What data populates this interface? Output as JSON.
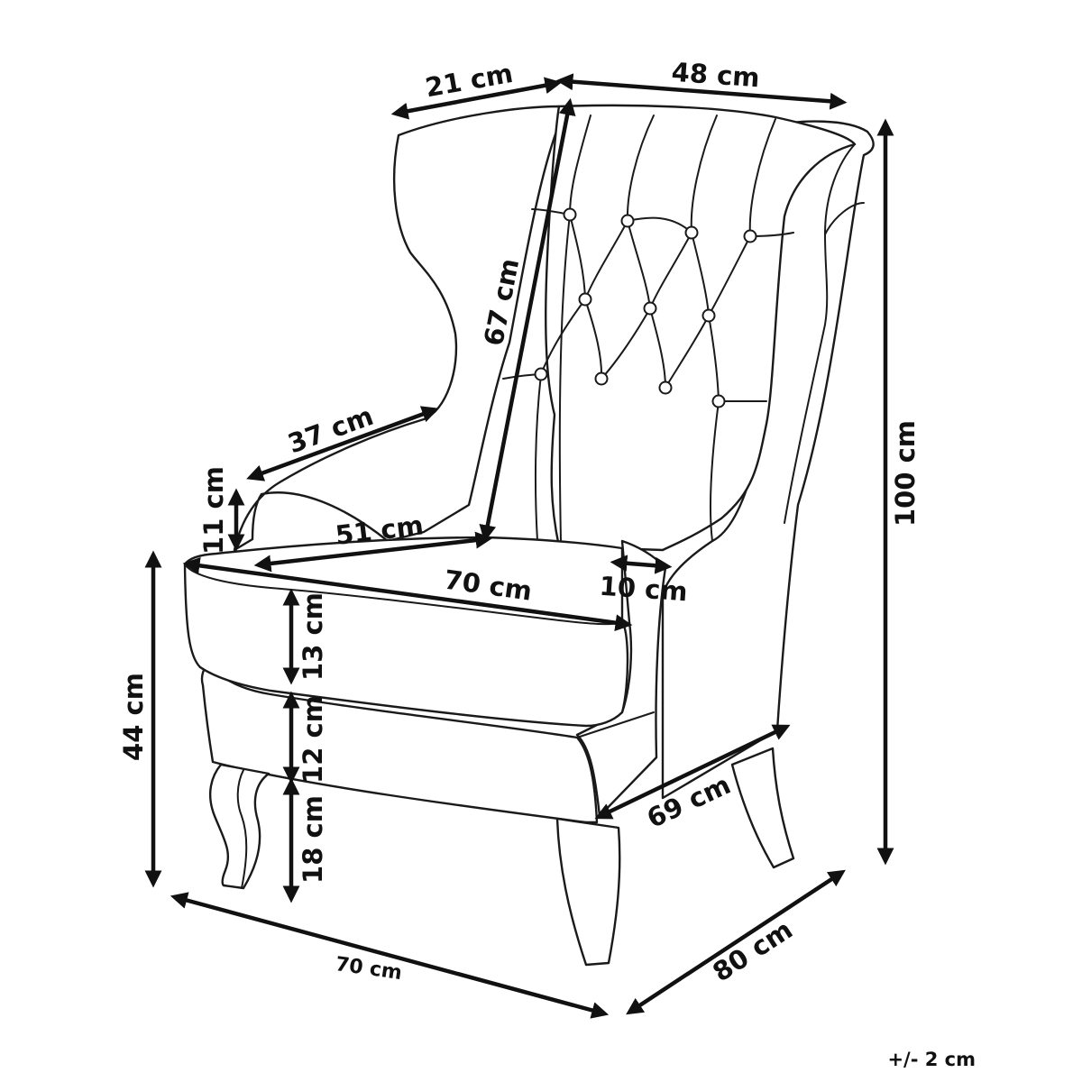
{
  "diagram": {
    "dimensions": {
      "wing_depth": "21 cm",
      "backrest_width": "48 cm",
      "backrest_height": "67 cm",
      "armrest_length": "37 cm",
      "armrest_height": "11 cm",
      "seat_depth": "51 cm",
      "seat_width": "70 cm",
      "armrest_width": "10 cm",
      "cushion_height": "13 cm",
      "base_height": "12 cm",
      "leg_height": "18 cm",
      "seat_height": "44 cm",
      "total_height": "100 cm",
      "front_width": "69 cm",
      "overall_width": "70 cm",
      "overall_depth": "80 cm"
    },
    "tolerance": "+/- 2 cm"
  }
}
